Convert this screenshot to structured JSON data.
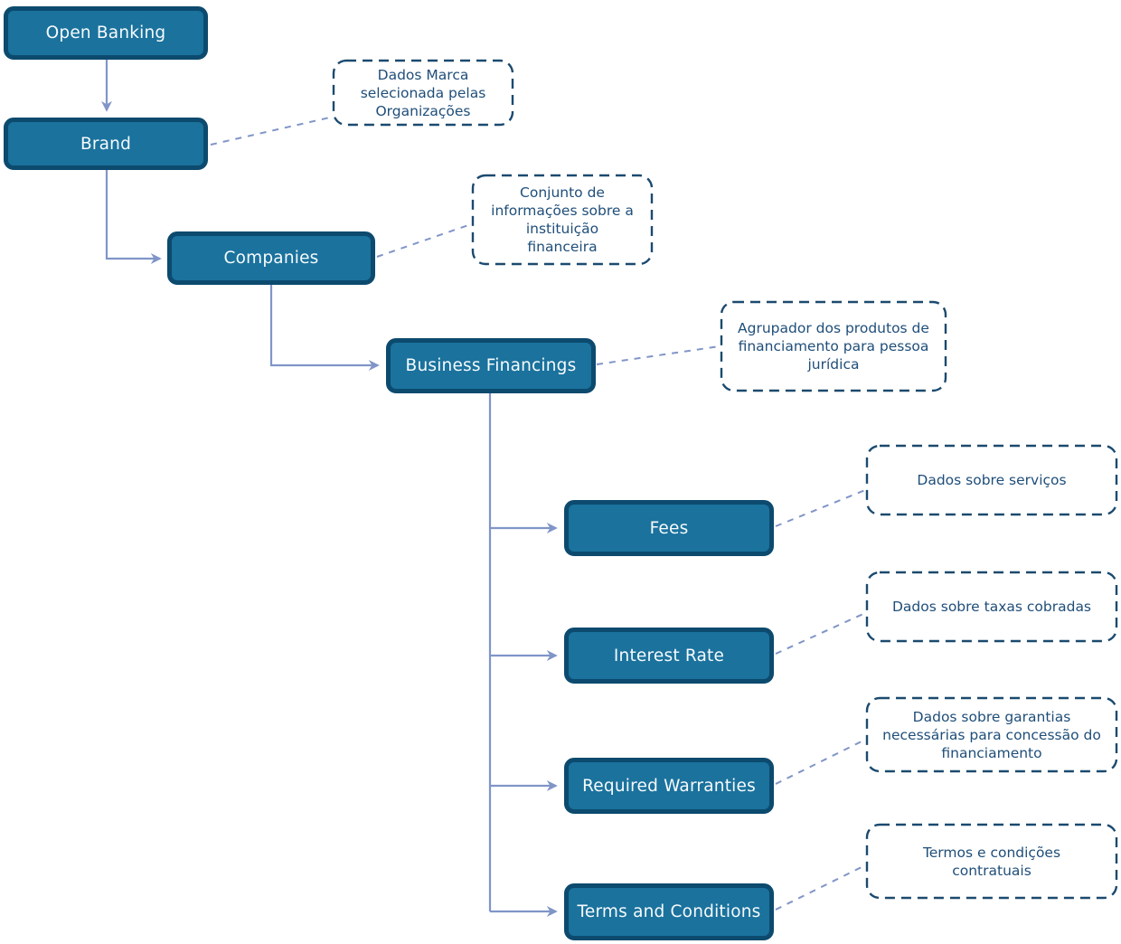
{
  "diagram": {
    "type": "hierarchy-flowchart",
    "root": "Open Banking",
    "colors": {
      "node_fill": "#1a729d",
      "node_border": "#0c4a6e",
      "node_text": "#ffffff",
      "connector": "#8095c8",
      "annotation_border": "#1b4a6f",
      "annotation_text": "#1f4e79",
      "background": "#ffffff"
    },
    "nodes": [
      {
        "id": "open-banking",
        "label": "Open Banking",
        "annotation": null
      },
      {
        "id": "brand",
        "label": "Brand",
        "annotation": "Dados Marca selecionada pelas Organizações"
      },
      {
        "id": "companies",
        "label": "Companies",
        "annotation": "Conjunto de informações sobre a instituição financeira"
      },
      {
        "id": "business-financings",
        "label": "Business Financings",
        "annotation": "Agrupador dos produtos de financiamento para pessoa jurídica"
      },
      {
        "id": "fees",
        "label": "Fees",
        "annotation": "Dados sobre serviços"
      },
      {
        "id": "interest-rate",
        "label": "Interest Rate",
        "annotation": "Dados sobre taxas cobradas"
      },
      {
        "id": "required-warranties",
        "label": "Required Warranties",
        "annotation": "Dados sobre garantias necessárias para concessão do financiamento"
      },
      {
        "id": "terms-and-conditions",
        "label": "Terms and Conditions",
        "annotation": "Termos e condições contratuais"
      }
    ],
    "edges": [
      {
        "from": "Open Banking",
        "to": "Brand"
      },
      {
        "from": "Brand",
        "to": "Companies"
      },
      {
        "from": "Companies",
        "to": "Business Financings"
      },
      {
        "from": "Business Financings",
        "to": "Fees"
      },
      {
        "from": "Business Financings",
        "to": "Interest Rate"
      },
      {
        "from": "Business Financings",
        "to": "Required Warranties"
      },
      {
        "from": "Business Financings",
        "to": "Terms and Conditions"
      }
    ]
  }
}
